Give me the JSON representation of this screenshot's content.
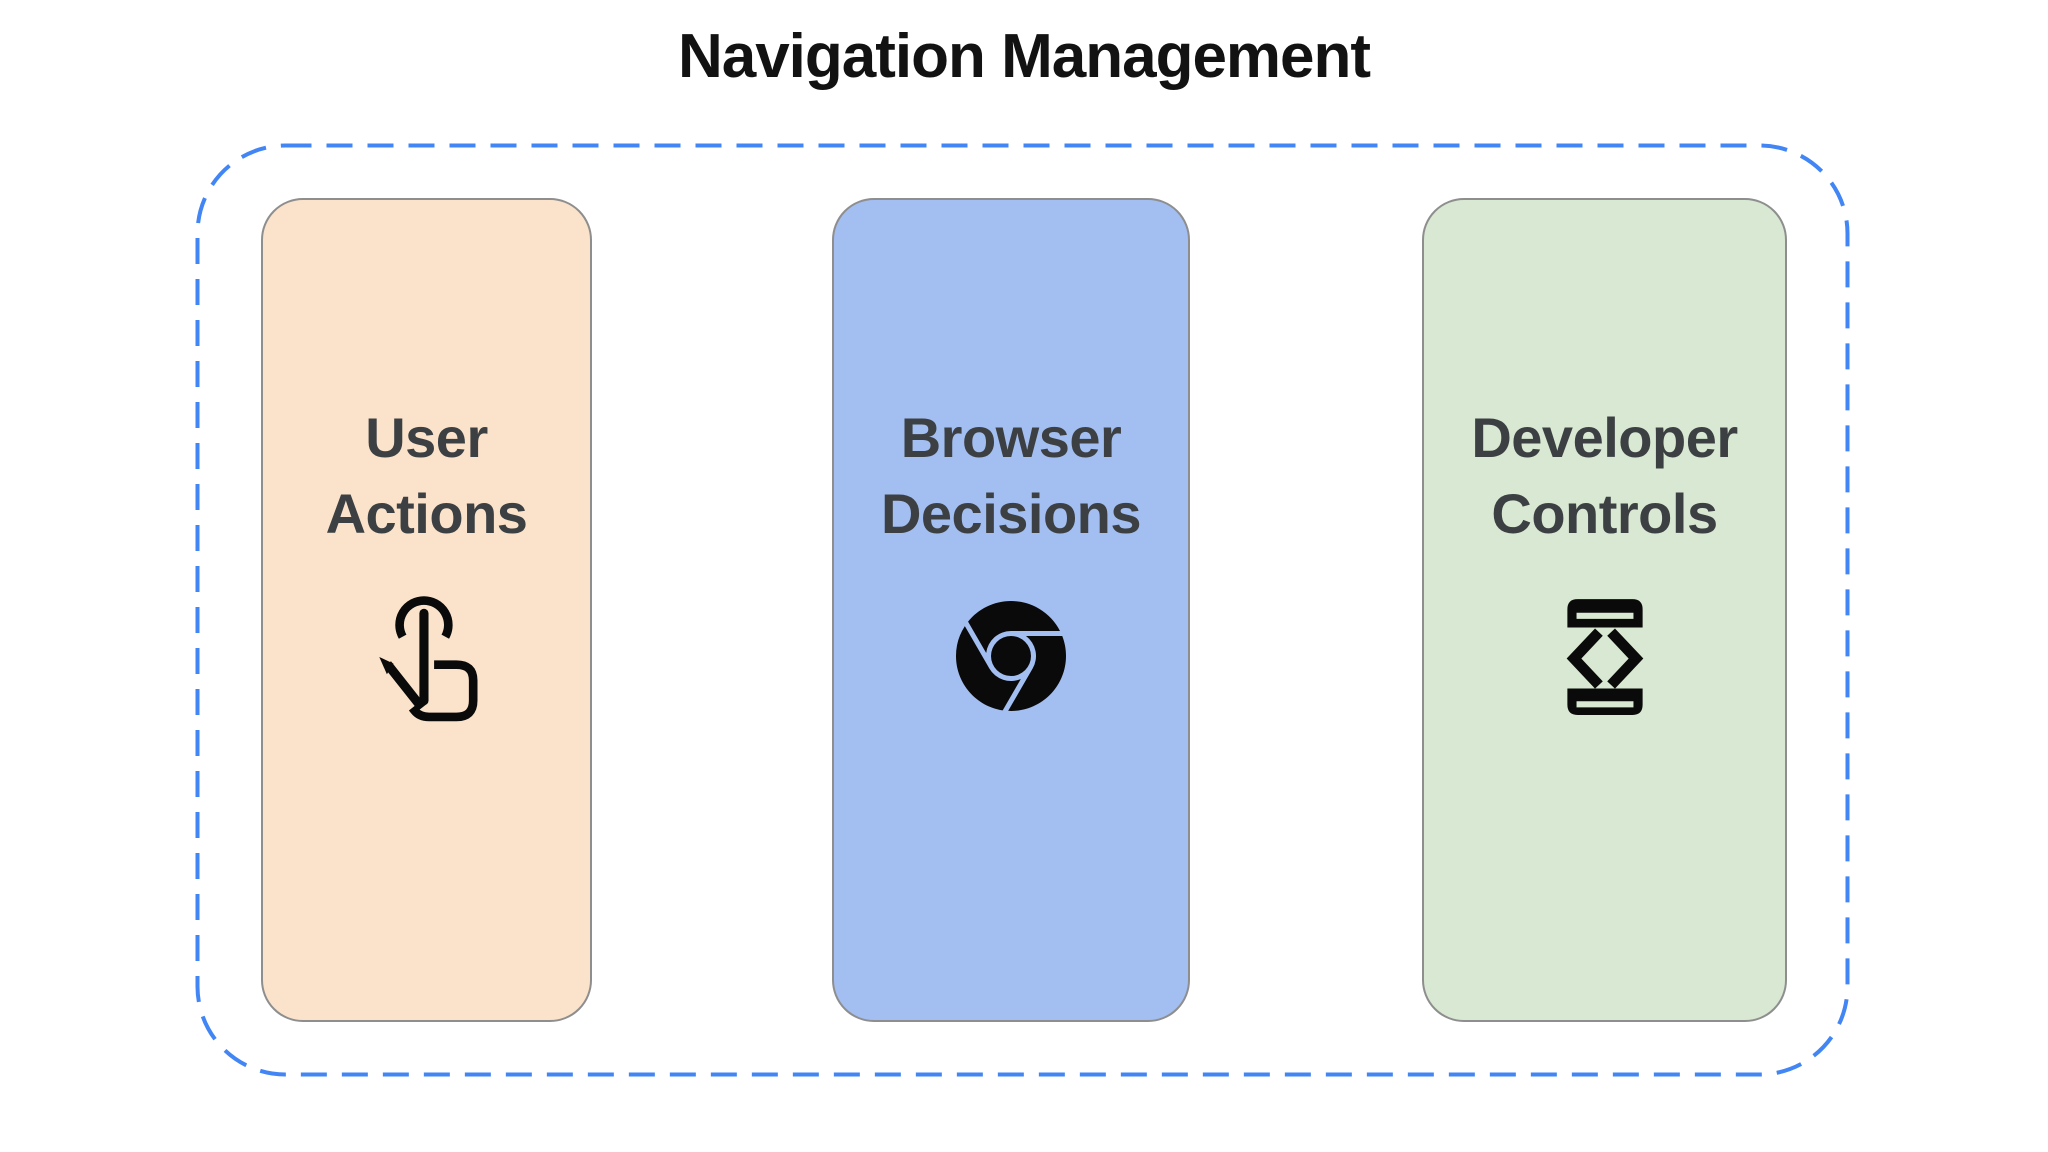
{
  "page": {
    "title": "Navigation Management",
    "background_color": "#FFFFFF",
    "title_color": "#121212"
  },
  "diagram": {
    "boundary": {
      "shape": "rounded-rect",
      "stroke_style": "dashed",
      "stroke_color": "#4285F4"
    },
    "card_border_color": "#8E8E8E",
    "label_text_color": "#3C4043",
    "icon_color": "#0A0A0A",
    "cards": [
      {
        "id": "user-actions",
        "label": "User Actions",
        "lines": [
          "User",
          "Actions"
        ],
        "icon": "touch-gesture-icon",
        "fill": "#FBE3CB"
      },
      {
        "id": "browser-decisions",
        "label": "Browser Decisions",
        "lines": [
          "Browser",
          "Decisions"
        ],
        "icon": "chrome-browser-icon",
        "fill": "#A3BEF1"
      },
      {
        "id": "developer-controls",
        "label": "Developer Controls",
        "lines": [
          "Developer",
          "Controls"
        ],
        "icon": "developer-mode-icon",
        "fill": "#D8E8D2"
      }
    ]
  }
}
